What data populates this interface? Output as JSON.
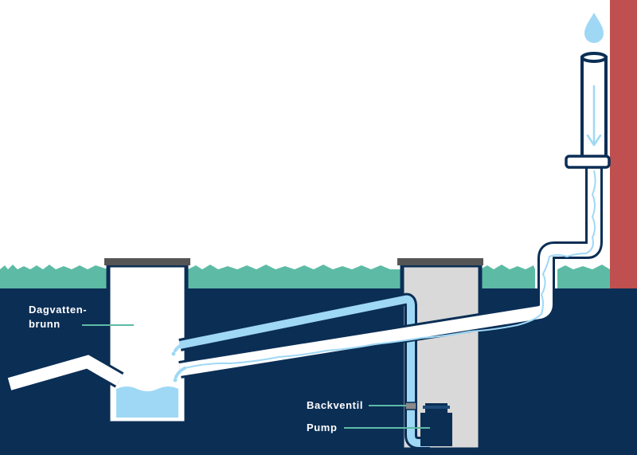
{
  "labels": {
    "dagvattenbrunn_line1": "Dagvatten-",
    "dagvattenbrunn_line2": "brunn",
    "backventil": "Backventil",
    "pump": "Pump"
  },
  "colors": {
    "soil": "#0b2e55",
    "grass": "#5dbba5",
    "wall": "#c04f4f",
    "pipe_fill": "#ffffff",
    "pipe_stroke": "#0b2e55",
    "water": "#9fd8f5",
    "well_interior": "#d9d9d9",
    "lid": "#555555",
    "callout_line": "#5dbba5"
  },
  "icons": {
    "droplet": "water-drop-icon",
    "flow_arrow": "arrow-down-icon"
  }
}
